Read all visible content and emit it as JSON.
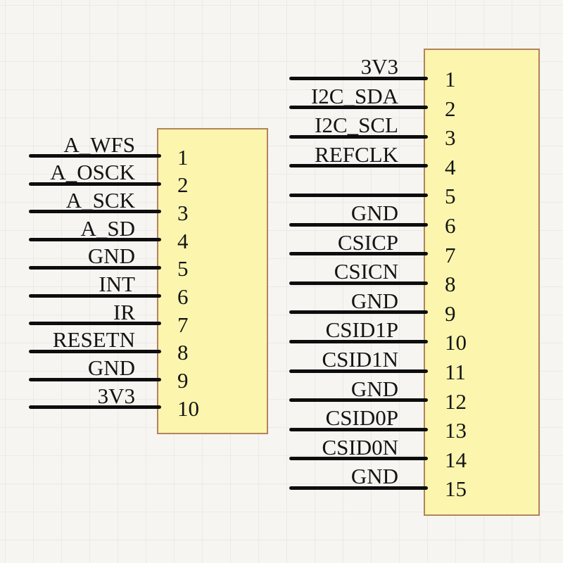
{
  "diagram_title": "connector-pinout-schematic",
  "colors": {
    "background": "#f6f5f2",
    "grid_line": "#eceae4",
    "connector_fill": "#fbf5ae",
    "connector_border": "#b2835c",
    "wire": "#0d0d0d",
    "text": "#141414"
  },
  "connectors": [
    {
      "name": "left-connector",
      "pins": [
        {
          "label": "A_WFS",
          "number": "1"
        },
        {
          "label": "A_OSCK",
          "number": "2"
        },
        {
          "label": "A_SCK",
          "number": "3"
        },
        {
          "label": "A_SD",
          "number": "4"
        },
        {
          "label": "GND",
          "number": "5"
        },
        {
          "label": "INT",
          "number": "6"
        },
        {
          "label": "IR",
          "number": "7"
        },
        {
          "label": "RESETN",
          "number": "8"
        },
        {
          "label": "GND",
          "number": "9"
        },
        {
          "label": "3V3",
          "number": "10"
        }
      ]
    },
    {
      "name": "right-connector",
      "pins": [
        {
          "label": "3V3",
          "number": "1"
        },
        {
          "label": "I2C_SDA",
          "number": "2"
        },
        {
          "label": "I2C_SCL",
          "number": "3"
        },
        {
          "label": "REFCLK",
          "number": "4"
        },
        {
          "label": "",
          "number": "5"
        },
        {
          "label": "GND",
          "number": "6"
        },
        {
          "label": "CSICP",
          "number": "7"
        },
        {
          "label": "CSICN",
          "number": "8"
        },
        {
          "label": "GND",
          "number": "9"
        },
        {
          "label": "CSID1P",
          "number": "10"
        },
        {
          "label": "CSID1N",
          "number": "11"
        },
        {
          "label": "GND",
          "number": "12"
        },
        {
          "label": "CSID0P",
          "number": "13"
        },
        {
          "label": "CSID0N",
          "number": "14"
        },
        {
          "label": "GND",
          "number": "15"
        }
      ]
    }
  ]
}
